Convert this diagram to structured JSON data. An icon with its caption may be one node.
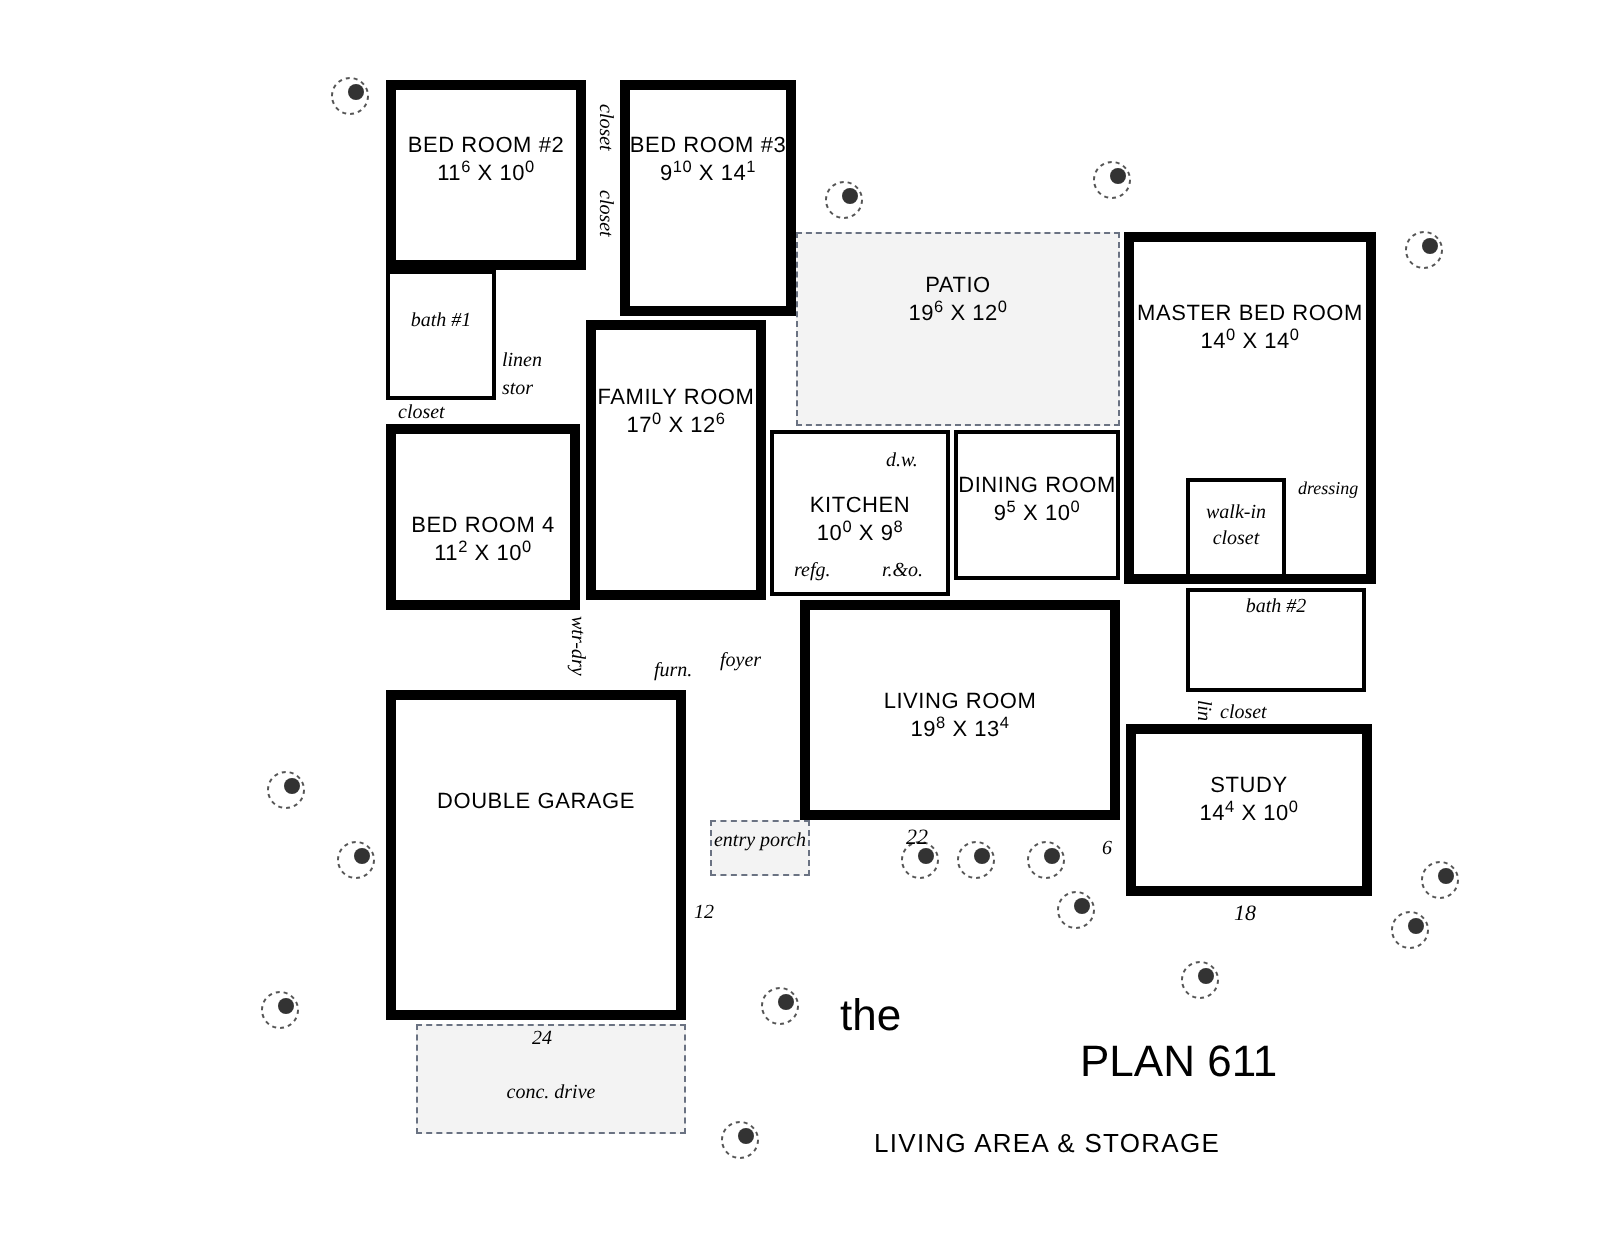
{
  "diagram": {
    "nodes": [
      {
        "text": [
          "BED ROOM #2",
          "11$^{6}$ X 10$^{0}$"
        ]
      },
      {
        "text": [
          "BED ROOM #3",
          "9$^{10}$ X 14$^{1}$"
        ]
      },
      {
        "text": [
          "bath #1"
        ]
      },
      {
        "text": [
          "FAMILY ROOM",
          "17$^{0}$ X 12$^{6}$"
        ]
      },
      {
        "text": [
          "BED ROOM 4",
          "11$^{2}$ X 10$^{0}$"
        ]
      },
      {
        "text": [
          "PATIO",
          "19$^{6}$ X 12$^{0}$"
        ]
      },
      {
        "text": [
          "KITCHEN",
          "10$^{0}$ X 9$^{8}$"
        ]
      },
      {
        "text": [
          "DINING ROOM",
          "9$^{5}$ X 10$^{0}$"
        ]
      },
      {
        "text": [
          "MASTER BED ROOM",
          "14$^{0}$ X 14$^{0}$"
        ]
      },
      {
        "text": [
          "walk-in closet"
        ],
        "in": 8
      },
      {
        "text": [
          "bath #2"
        ]
      },
      {
        "text": [
          "LIVING ROOM",
          "19$^{8}$ X 13$^{4}$"
        ],
        "beside": [
          "22"
        ]
      },
      {
        "text": [
          "STUDY",
          "14$^{4}$ X 10$^{0}$"
        ],
        "beside": [
          "18"
        ]
      },
      {
        "text": [
          "DOUBLE GARAGE"
        ]
      },
      {
        "text": [
          "entry porch"
        ]
      },
      {
        "text": [
          "conc. drive"
        ]
      }
    ],
    "labels": [
      "closet",
      "closet",
      "linen",
      "stor",
      "closet",
      "d.w.",
      "refg.",
      "r.&o.",
      "dressing",
      "lin",
      "closet",
      "wtr-dry",
      "furn.",
      "foyer",
      "6",
      "12",
      "24",
      "the",
      "PLAN 611",
      "LIVING AREA & STORAGE"
    ]
  }
}
